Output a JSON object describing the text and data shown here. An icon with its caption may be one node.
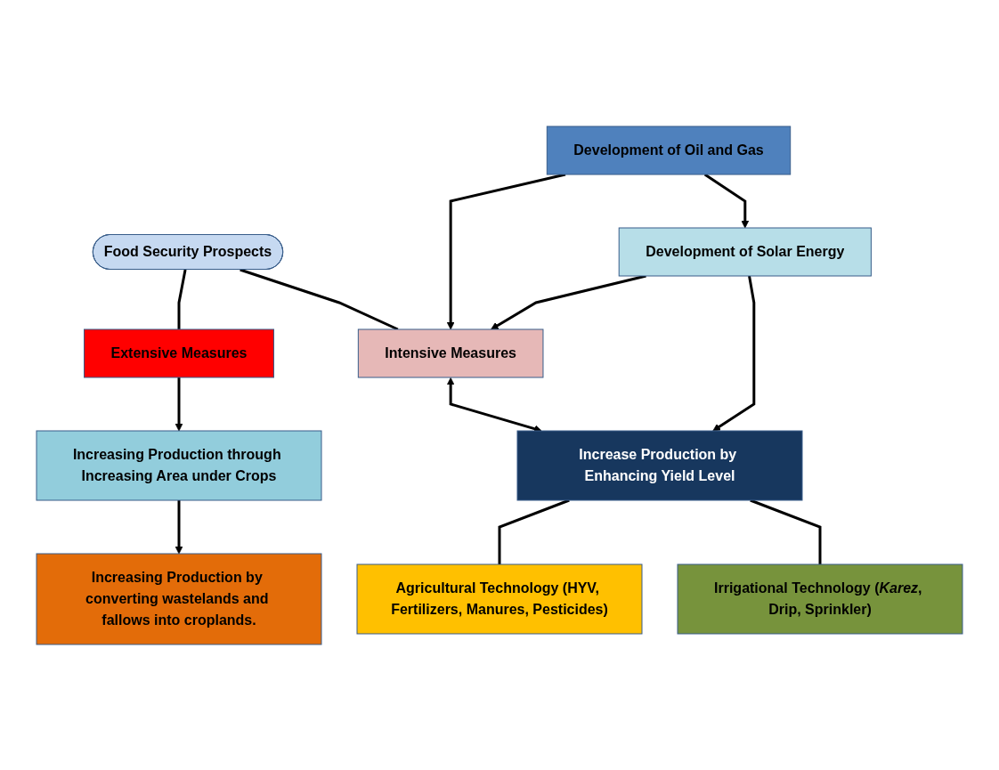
{
  "diagram": {
    "nodes": [
      {
        "text": [
          "Food Security Prospects"
        ]
      },
      {
        "text": [
          "Extensive Measures"
        ]
      },
      {
        "text": [
          "Intensive Measures"
        ]
      },
      {
        "text": [
          "Development of Oil and Gas"
        ]
      },
      {
        "text": [
          "Development of Solar Energy"
        ]
      },
      {
        "text": [
          "Increasing Production through Increasing Area under Crops"
        ]
      },
      {
        "text": [
          "Increasing Production by converting wastelands and fallows into croplands."
        ]
      },
      {
        "text": [
          "Increase Production by Enhancing Yield Level"
        ]
      },
      {
        "text": [
          "Agricultural Technology (HYV, Fertilizers, Manures, Pesticides)"
        ]
      },
      {
        "text": [
          "Irrigational Technology (*Karez*, Drip, Sprinkler)"
        ]
      }
    ],
    "edges": [
      {
        "from": 0,
        "to": 1,
        "arrow": "none"
      },
      {
        "from": 0,
        "to": 2,
        "arrow": "none"
      },
      {
        "from": 3,
        "to": 2,
        "arrow": "to"
      },
      {
        "from": 3,
        "to": 4,
        "arrow": "to"
      },
      {
        "from": 1,
        "to": 5,
        "arrow": "to"
      },
      {
        "from": 5,
        "to": 6,
        "arrow": "to"
      },
      {
        "from": 2,
        "to": 7,
        "arrow": "both"
      },
      {
        "from": 4,
        "to": 2,
        "arrow": "to"
      },
      {
        "from": 4,
        "to": 7,
        "arrow": "to"
      },
      {
        "from": 7,
        "to": 8,
        "arrow": "none"
      },
      {
        "from": 7,
        "to": 9,
        "arrow": "none"
      }
    ]
  }
}
